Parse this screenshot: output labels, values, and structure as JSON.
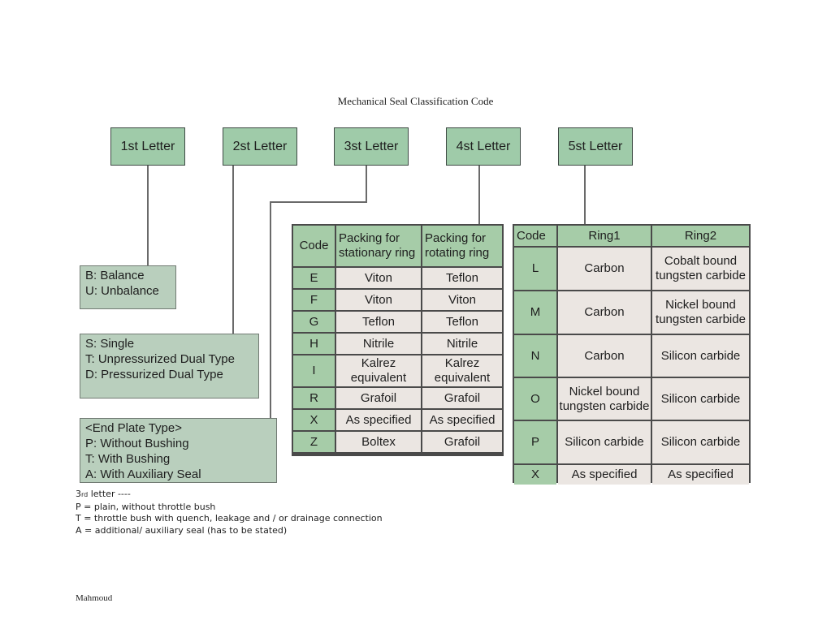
{
  "title": "Mechanical Seal Classification Code",
  "headers": [
    "1st Letter",
    "2st Letter",
    "3st Letter",
    "4st Letter",
    "5st Letter"
  ],
  "letter1": [
    "B: Balance",
    "U: Unbalance"
  ],
  "letter2": [
    "S: Single",
    "T: Unpressurized Dual Type",
    "D: Pressurized Dual Type"
  ],
  "letter3": [
    "<End Plate Type>",
    "P: Without Bushing",
    "T: With Bushing",
    "A: With Auxiliary Seal"
  ],
  "packing": {
    "headers": [
      "Code",
      "Packing for stationary ring",
      "Packing for rotating ring"
    ],
    "rows": [
      [
        "E",
        "Viton",
        "Teflon"
      ],
      [
        "F",
        "Viton",
        "Viton"
      ],
      [
        "G",
        "Teflon",
        "Teflon"
      ],
      [
        "H",
        "Nitrile",
        "Nitrile"
      ],
      [
        "I",
        "Kalrez equivalent",
        "Kalrez equivalent"
      ],
      [
        "R",
        "Grafoil",
        "Grafoil"
      ],
      [
        "X",
        "As specified",
        "As specified"
      ],
      [
        "Z",
        "Boltex",
        "Grafoil"
      ]
    ]
  },
  "rings": {
    "headers": [
      "Code",
      "Ring1",
      "Ring2"
    ],
    "rows": [
      [
        "L",
        "Carbon",
        "Cobalt bound tungsten carbide"
      ],
      [
        "M",
        "Carbon",
        "Nickel bound tungsten carbide"
      ],
      [
        "N",
        "Carbon",
        "Silicon carbide"
      ],
      [
        "O",
        "Nickel bound tungsten carbide",
        "Silicon carbide"
      ],
      [
        "P",
        "Silicon carbide",
        "Silicon carbide"
      ],
      [
        "X",
        "As specified",
        "As specified"
      ]
    ]
  },
  "note": {
    "heading_num": "3",
    "heading_sup": "rd",
    "heading_rest": " letter ----",
    "lines": [
      "P = plain, without throttle bush",
      "T = throttle bush with quench, leakage and / or drainage connection",
      "A = additional/ auxiliary seal (has to be stated)"
    ]
  },
  "author": "Mahmoud"
}
